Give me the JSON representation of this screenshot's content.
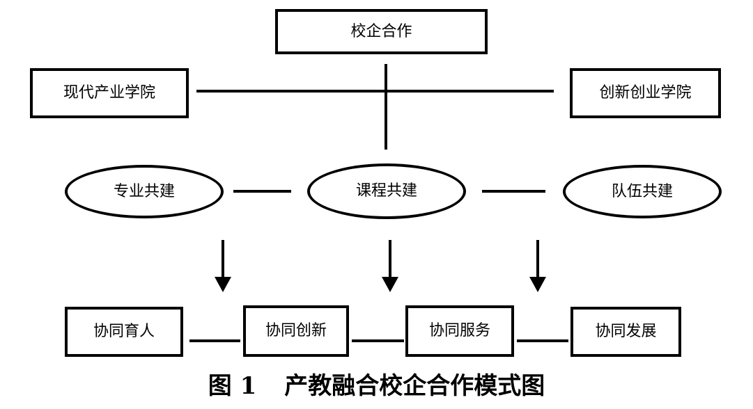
{
  "diagram": {
    "top": {
      "label": "校企合作"
    },
    "left_college": {
      "label": "现代产业学院"
    },
    "right_college": {
      "label": "创新创业学院"
    },
    "coconstruction": [
      {
        "label": "专业共建"
      },
      {
        "label": "课程共建"
      },
      {
        "label": "队伍共建"
      }
    ],
    "outcomes": [
      {
        "label": "协同育人"
      },
      {
        "label": "协同创新"
      },
      {
        "label": "协同服务"
      },
      {
        "label": "协同发展"
      }
    ]
  },
  "caption": {
    "figure_number": "图 1",
    "title": "产教融合校企合作模式图"
  }
}
